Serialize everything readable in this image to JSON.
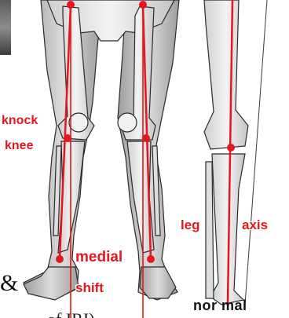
{
  "labels": {
    "knock": "knock",
    "knee": "knee",
    "medial": "medial",
    "shift": "shift",
    "leg": "leg",
    "axis": "axis",
    "normal": "nor mal",
    "ampersand": "&",
    "cut_caption": "of IRI)"
  },
  "colors": {
    "axis_line": "#e4171c",
    "label_red": "#e4171c",
    "bone_fill": "#e9e9e9",
    "skin_fill": "#cfcfcf",
    "outline": "#2a2a2a"
  }
}
